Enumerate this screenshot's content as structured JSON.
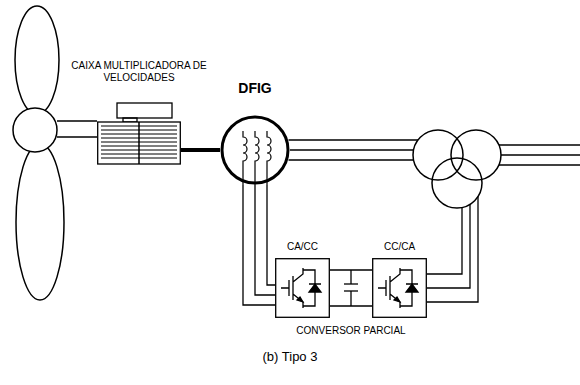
{
  "diagram": {
    "caption": "(b) Tipo 3",
    "nodes": [
      {
        "text": [
          "CAIXA MULTIPLICADORA DE VELOCIDADES"
        ]
      },
      {
        "text": [
          "DFIG"
        ]
      },
      {
        "text": [
          "CA/CC"
        ]
      },
      {
        "text": [
          "CC/CA"
        ]
      }
    ],
    "edges": [
      {
        "from": 0,
        "to": 1,
        "arrow": "none"
      },
      {
        "from": 1,
        "to": 2,
        "arrow": "none"
      },
      {
        "from": 2,
        "to": 3,
        "arrow": "none"
      }
    ],
    "labels": [
      "CONVERSOR PARCIAL"
    ]
  }
}
